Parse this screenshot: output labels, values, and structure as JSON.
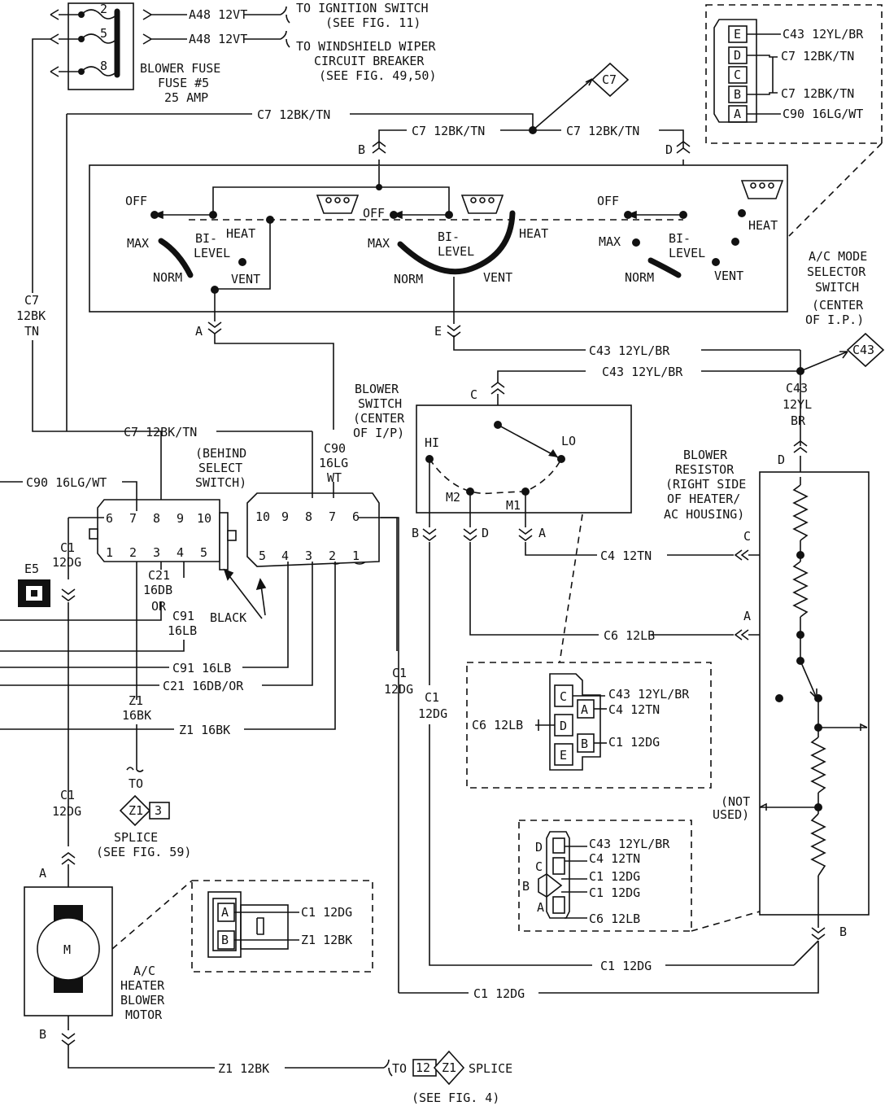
{
  "fuse": {
    "pins": [
      "2",
      "5",
      "8"
    ],
    "title": "BLOWER FUSE",
    "number": "FUSE #5",
    "rating": "25 AMP",
    "wire1": "A48  12VT",
    "wire2": "A48  12VT",
    "dest1a": "TO IGNITION SWITCH",
    "dest1b": "(SEE FIG. 11)",
    "dest2a": "TO WINDSHIELD WIPER",
    "dest2b": "CIRCUIT BREAKER",
    "dest2c": "(SEE FIG. 49,50)"
  },
  "splices": {
    "c7": "C7",
    "c43": "C43",
    "z1": "Z1",
    "z1_num": "3",
    "z1_to": "TO",
    "z1_note1": "SPLICE",
    "z1_note2": "(SEE FIG. 59)",
    "bottom_z1": "Z1",
    "bottom_num": "12",
    "bottom_to": "TO",
    "bottom_splice": "SPLICE",
    "bottom_see": "(SEE FIG. 4)"
  },
  "wires": {
    "c7_top": "C7  12BK/TN",
    "c7_left": "C7  12BK/TN",
    "c7_right": "C7  12BK/TN",
    "c7_vert_1": "C7",
    "c7_vert_2": "12BK",
    "c7_vert_3": "TN",
    "c7_mid": "C7  12BK/TN",
    "c90_left": "C90  16LG/WT",
    "c90_v1": "C90",
    "c90_v2": "16LG",
    "c90_v3": "WT",
    "c1_a1": "C1",
    "c1_a2": "12DG",
    "c21_1": "C21",
    "c21_2": "16DB",
    "c21_3": "OR",
    "c91_1": "C91",
    "c91_2": "16LB",
    "c91_h": "C91  16LB",
    "c21_h": "C21  16DB/OR",
    "z1_h": "Z1  16BK",
    "z1_v1": "Z1",
    "z1_v2": "16BK",
    "c1_m1": "C1",
    "c1_m2": "12DG",
    "c1_n1": "C1",
    "c1_n2": "12DG",
    "c1_b1": "C1",
    "c1_b2": "12DG",
    "c43_1": "C43  12YL/BR",
    "c43_2": "C43  12YL/BR",
    "c43_v1": "C43",
    "c43_v2": "12YL",
    "c43_v3": "BR",
    "c4": "C4  12TN",
    "c6": "C6  12LB",
    "c1_h1": "C1  12DG",
    "c1_h2": "C1  12DG",
    "z1_bottom": "Z1  12BK"
  },
  "mode_switch": {
    "off1": "OFF",
    "off2": "OFF",
    "off3": "OFF",
    "max1": "MAX",
    "max2": "MAX",
    "max3": "MAX",
    "bi1": "BI-",
    "lvl1": "LEVEL",
    "bi2": "BI-",
    "lvl2": "LEVEL",
    "bi3": "BI-",
    "lvl3": "LEVEL",
    "heat1": "HEAT",
    "heat2": "HEAT",
    "heat3": "HEAT",
    "norm1": "NORM",
    "norm2": "NORM",
    "norm3": "NORM",
    "vent1": "VENT",
    "vent2": "VENT",
    "vent3": "VENT",
    "label1": "A/C MODE",
    "label2": "SELECTOR",
    "label3": "SWITCH",
    "label4": "(CENTER",
    "label5": "OF I.P.)"
  },
  "connector_letters": {
    "a": "A",
    "b": "B",
    "c": "C",
    "d": "D",
    "e": "E"
  },
  "top_connector": {
    "pins": [
      "E",
      "D",
      "C",
      "B",
      "A"
    ],
    "l1": "C43  12YL/BR",
    "l2": "C7  12BK/TN",
    "l3": "C7  12BK/TN",
    "l4": "C90  16LG/WT"
  },
  "blower_switch": {
    "l1": "BLOWER",
    "l2": "SWITCH",
    "l3": "(CENTER",
    "l4": "OF I/P)",
    "hi": "HI",
    "lo": "LO",
    "m1": "M1",
    "m2": "M2"
  },
  "connector_block": {
    "behind1": "(BEHIND",
    "behind2": "SELECT",
    "behind3": "SWITCH)",
    "black": "BLACK",
    "left_top": [
      "6",
      "7",
      "8",
      "9",
      "10"
    ],
    "left_bot": [
      "1",
      "2",
      "3",
      "4",
      "5"
    ],
    "right_top": [
      "10",
      "9",
      "8",
      "7",
      "6"
    ],
    "right_bot": [
      "5",
      "4",
      "3",
      "2",
      "1"
    ],
    "e5": "E5"
  },
  "mid_connector": {
    "pins": [
      "C",
      "D",
      "E"
    ],
    "side": [
      "A",
      "B"
    ],
    "l1": "C43  12YL/BR",
    "l2": "C4  12TN",
    "l3": "C6  12LB",
    "l4": "C1  12DG"
  },
  "low_connector": {
    "letters": [
      "D",
      "C",
      "B",
      "A"
    ],
    "l1": "C43  12YL/BR",
    "l2": "C4  12TN",
    "l3": "C1  12DG",
    "l4": "C1  12DG",
    "l5": "C6  12LB"
  },
  "resistor": {
    "l1": "BLOWER",
    "l2": "RESISTOR",
    "l3": "(RIGHT SIDE",
    "l4": "OF HEATER/",
    "l5": "AC HOUSING)",
    "not1": "(NOT",
    "not2": "USED)"
  },
  "motor": {
    "m": "M",
    "l1": "A/C",
    "l2": "HEATER",
    "l3": "BLOWER",
    "l4": "MOTOR",
    "conn_pins": [
      "A",
      "B"
    ],
    "c1": "C1  12DG",
    "z1": "Z1  12BK"
  }
}
